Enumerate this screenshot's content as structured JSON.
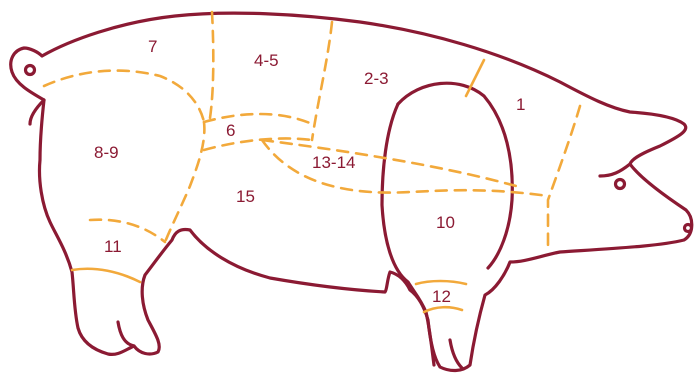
{
  "colors": {
    "outline": "#8b1a33",
    "cut_lines": "#f2a93b",
    "label": "#8b1a33",
    "background": "#ffffff"
  },
  "cuts": [
    {
      "id": "7",
      "label": "7"
    },
    {
      "id": "4-5",
      "label": "4-5"
    },
    {
      "id": "2-3",
      "label": "2-3"
    },
    {
      "id": "1",
      "label": "1"
    },
    {
      "id": "6",
      "label": "6"
    },
    {
      "id": "8-9",
      "label": "8-9"
    },
    {
      "id": "13-14",
      "label": "13-14"
    },
    {
      "id": "15",
      "label": "15"
    },
    {
      "id": "10",
      "label": "10"
    },
    {
      "id": "11",
      "label": "11"
    },
    {
      "id": "12",
      "label": "12"
    }
  ]
}
